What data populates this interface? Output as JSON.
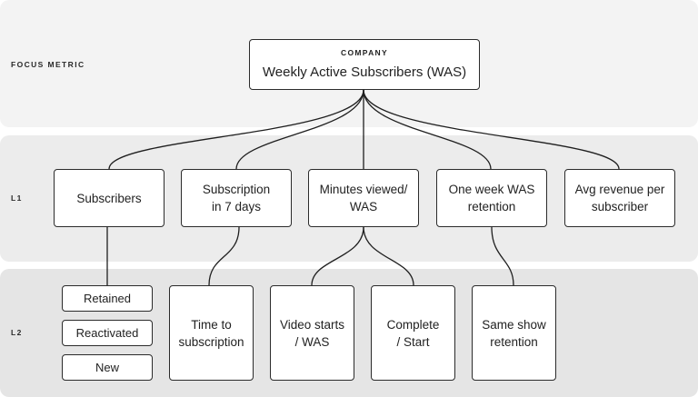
{
  "levels": {
    "focus": "FOCUS METRIC",
    "l1": "L1",
    "l2": "L2"
  },
  "root": {
    "tag": "COMPANY",
    "title": "Weekly Active Subscribers (WAS)"
  },
  "l1_nodes": [
    "Subscribers",
    "Subscription\nin 7 days",
    "Minutes viewed/\nWAS",
    "One week WAS\nretention",
    "Avg revenue per\nsubscriber"
  ],
  "subscriber_breakdown": [
    "Retained",
    "Reactivated",
    "New"
  ],
  "l2_nodes": [
    "Time to\nsubscription",
    "Video starts\n/ WAS",
    "Complete\n/ Start",
    "Same show\nretention"
  ],
  "colors": {
    "line": "#1f1f1f",
    "node_border": "#2b2b2b",
    "band_focus": "#f3f3f3",
    "band_l1": "#ececec",
    "band_l2": "#e5e5e5"
  }
}
